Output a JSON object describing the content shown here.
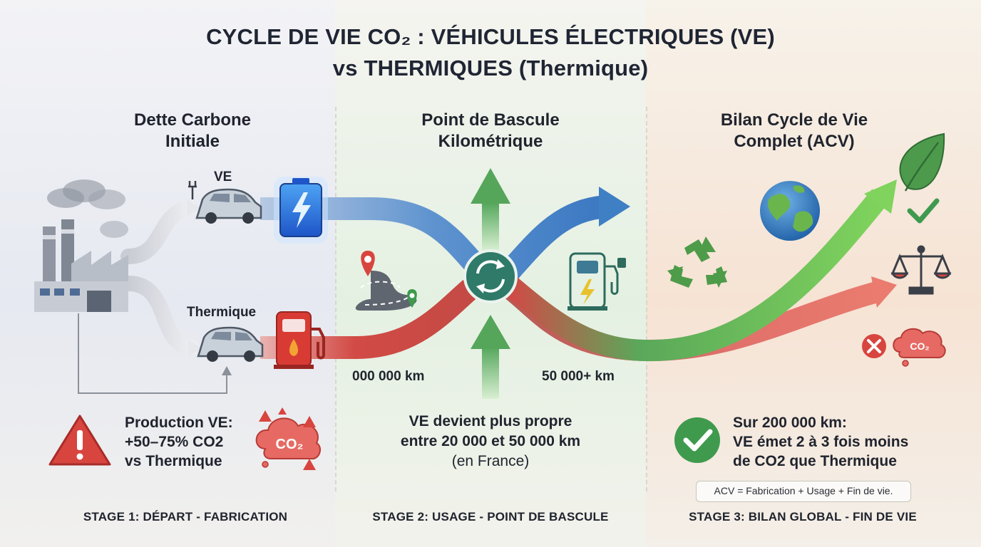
{
  "title": {
    "line1": "CYCLE DE VIE CO₂ : VÉHICULES ÉLECTRIQUES (VE)",
    "line2": "vs THERMIQUES (Thermique)"
  },
  "stages": [
    {
      "heading_line1": "Dette Carbone",
      "heading_line2": "Initiale",
      "footer": "STAGE 1: DÉPART - FABRICATION"
    },
    {
      "heading_line1": "Point de Bascule",
      "heading_line2": "Kilométrique",
      "footer": "STAGE 2: USAGE - POINT DE BASCULE"
    },
    {
      "heading_line1": "Bilan Cycle de Vie",
      "heading_line2": "Complet (ACV)",
      "footer": "STAGE 3: BILAN GLOBAL - FIN DE VIE"
    }
  ],
  "labels": {
    "ev": "VE",
    "thermal": "Thermique",
    "co2_badge": "CO₂",
    "km_start": "000 000 km",
    "km_end": "50 000+ km"
  },
  "notes": {
    "stage1": {
      "line1": "Production VE:",
      "line2": "+50–75% CO2",
      "line3": "vs Thermique"
    },
    "stage2": {
      "line1": "VE devient plus propre",
      "line2": "entre 20 000 et 50 000 km",
      "line3": "(en France)"
    },
    "stage3": {
      "line1": "Sur 200 000 km:",
      "line2": "VE émet 2 à 3 fois moins",
      "line3": "de CO2 que Thermique"
    },
    "acv_definition": "ACV = Fabrication + Usage + Fin de vie."
  },
  "icons": [
    "factory-icon",
    "electric-car-icon",
    "thermal-car-icon",
    "battery-icon",
    "fuel-pump-icon",
    "road-map-icon",
    "swap-cycle-icon",
    "charging-station-icon",
    "earth-icon",
    "recycle-icon",
    "leaf-icon",
    "check-icon",
    "balance-scale-icon",
    "cross-icon",
    "co2-cloud-icon",
    "warning-icon"
  ],
  "colors": {
    "ev_blue": "#3f7fc4",
    "thermal_red": "#d8453f",
    "green": "#5bbf57",
    "text": "#20242e"
  }
}
